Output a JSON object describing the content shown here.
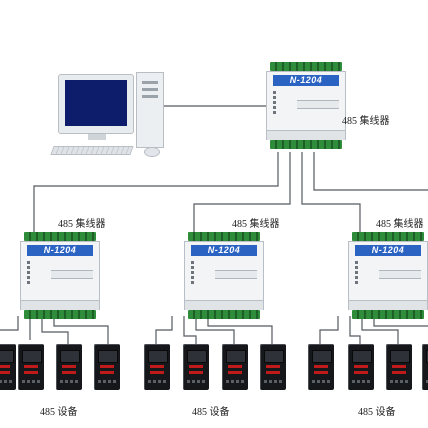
{
  "hubs": [
    {
      "model": "N-1204",
      "label": "485 集线器"
    },
    {
      "model": "N-1204",
      "label": "485 集线器"
    },
    {
      "model": "N-1204",
      "label": "485 集线器"
    },
    {
      "model": "N-1204",
      "label": "485 集线器"
    }
  ],
  "device_groups": [
    {
      "label": "485 设备"
    },
    {
      "label": "485 设备"
    },
    {
      "label": "485 设备"
    }
  ],
  "icons": {
    "computer": "computer-icon",
    "hub": "485-hub-icon",
    "device": "485-device-icon"
  },
  "colors": {
    "hub_label_bg": "#2b63c3",
    "terminal": "#2f8c3a",
    "device_display": "#c01b1b"
  }
}
